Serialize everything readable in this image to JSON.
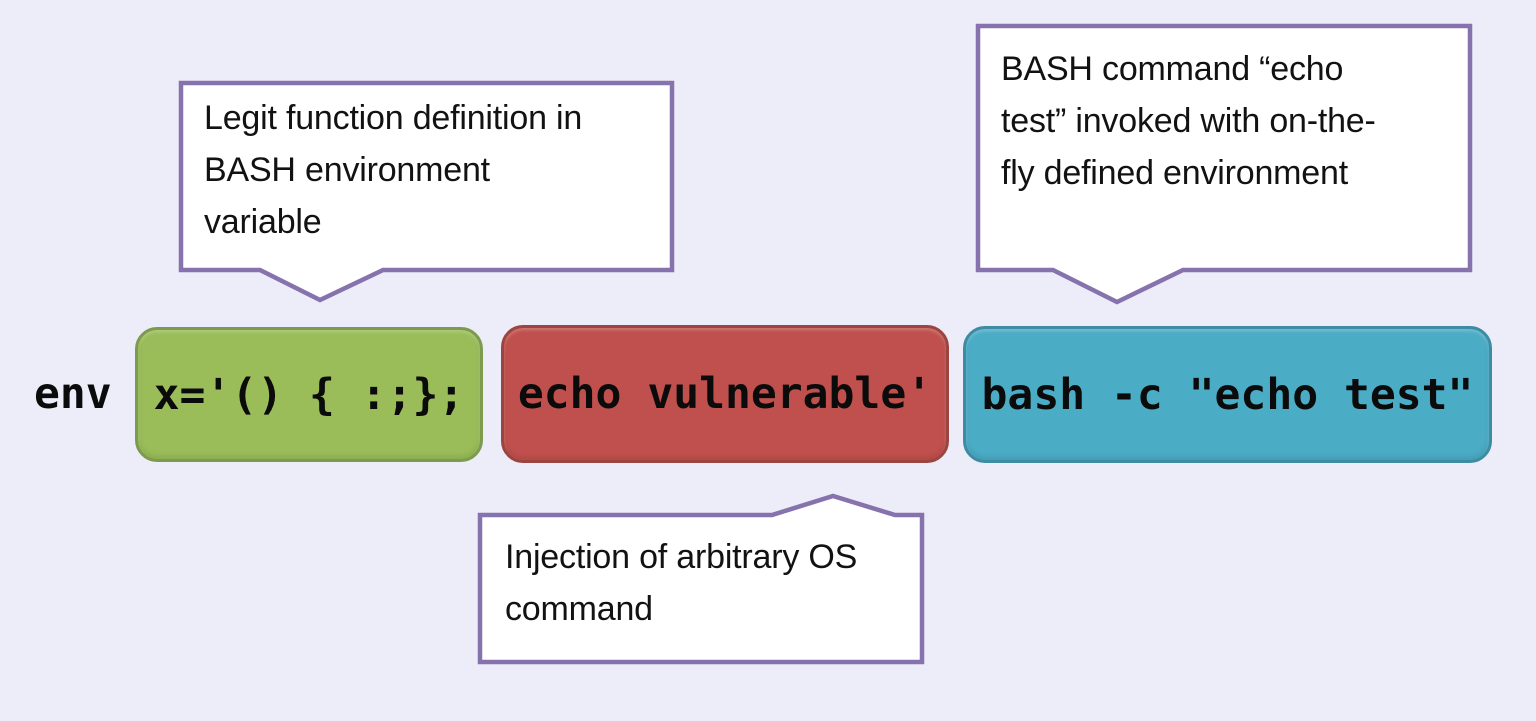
{
  "colors": {
    "bg": "#EDEDFA",
    "callout_border": "#8672AC",
    "callout_fill": "#FFFFFF",
    "text": "#121212",
    "green_fill": "#9ABD59",
    "green_border": "#7C9B4E",
    "red_fill": "#C0504D",
    "red_border": "#9C4540",
    "blue_fill": "#4BACC6",
    "blue_border": "#3D8CA3"
  },
  "command": {
    "prefix": "env",
    "segments": [
      {
        "id": "function-definition",
        "text": "x='() { :;};"
      },
      {
        "id": "injected-command",
        "text": "echo vulnerable'"
      },
      {
        "id": "bash-invocation",
        "text": "bash -c \"echo test\""
      }
    ]
  },
  "callouts": [
    {
      "id": "function-definition",
      "text": "Legit function definition in BASH environment variable",
      "points_to": "function-definition"
    },
    {
      "id": "bash-invocation",
      "text": "BASH command “echo test” invoked with on-the-fly defined environment",
      "points_to": "bash-invocation"
    },
    {
      "id": "injected-command",
      "text": "Injection of arbitrary OS command",
      "points_to": "injected-command"
    }
  ]
}
